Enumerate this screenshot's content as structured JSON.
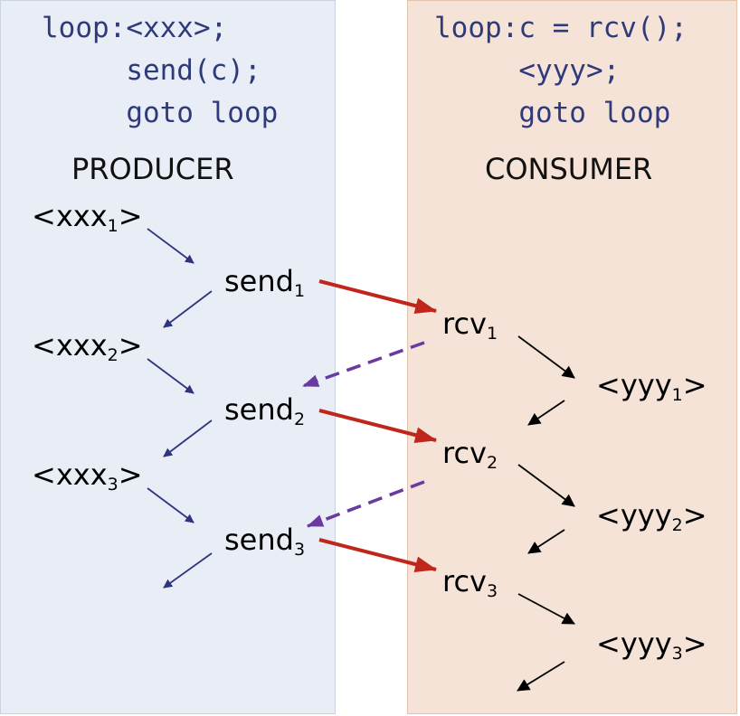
{
  "producer": {
    "code": "loop:<xxx>;\n     send(c);\n     goto loop",
    "title": "PRODUCER",
    "nodes": [
      {
        "base": "<xxx",
        "sub": "1",
        "suffix": ">"
      },
      {
        "base": "send",
        "sub": "1",
        "suffix": ""
      },
      {
        "base": "<xxx",
        "sub": "2",
        "suffix": ">"
      },
      {
        "base": "send",
        "sub": "2",
        "suffix": ""
      },
      {
        "base": "<xxx",
        "sub": "3",
        "suffix": ">"
      },
      {
        "base": "send",
        "sub": "3",
        "suffix": ""
      }
    ]
  },
  "consumer": {
    "code": "loop:c = rcv();\n     <yyy>;\n     goto loop",
    "title": "CONSUMER",
    "nodes": [
      {
        "base": "rcv",
        "sub": "1",
        "suffix": ""
      },
      {
        "base": "<yyy",
        "sub": "1",
        "suffix": ">"
      },
      {
        "base": "rcv",
        "sub": "2",
        "suffix": ""
      },
      {
        "base": "<yyy",
        "sub": "2",
        "suffix": ">"
      },
      {
        "base": "rcv",
        "sub": "3",
        "suffix": ""
      },
      {
        "base": "<yyy",
        "sub": "3",
        "suffix": ">"
      }
    ]
  },
  "colors": {
    "producer_panel": "#e9eef6",
    "consumer_panel": "#f4e3d6",
    "code_text": "#2e3a7a",
    "producer_flow_arrow": "#2f3480",
    "consumer_flow_arrow": "#000000",
    "send_arrow": "#c0261c",
    "ack_arrow_dashed": "#6a3aa0"
  }
}
